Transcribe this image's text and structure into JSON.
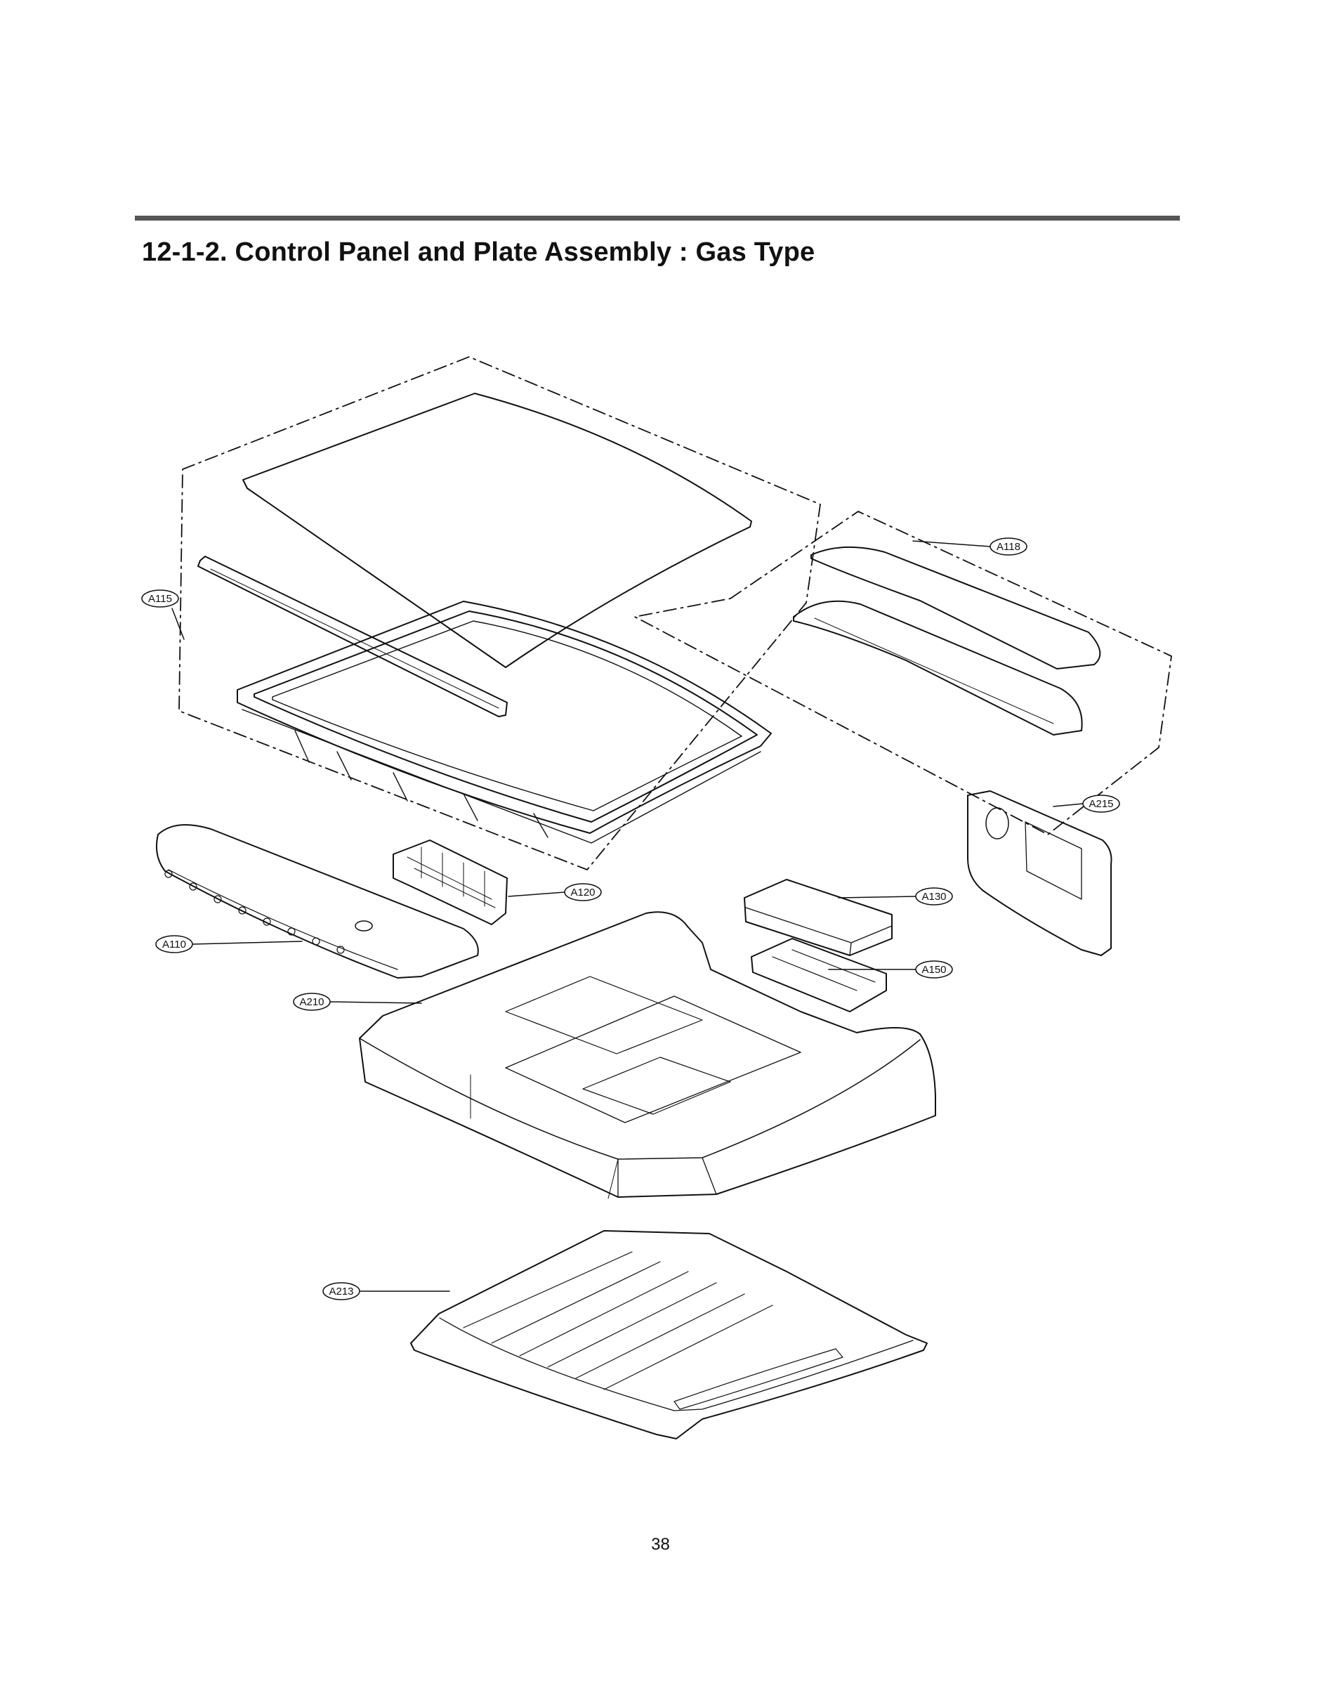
{
  "header": {
    "title": "12-1-2. Control Panel and Plate Assembly : Gas Type"
  },
  "callouts": {
    "a115": "A115",
    "a118": "A118",
    "a215": "A215",
    "a120": "A120",
    "a130": "A130",
    "a110": "A110",
    "a150": "A150",
    "a210": "A210",
    "a213": "A213"
  },
  "footer": {
    "page_number": "38"
  }
}
